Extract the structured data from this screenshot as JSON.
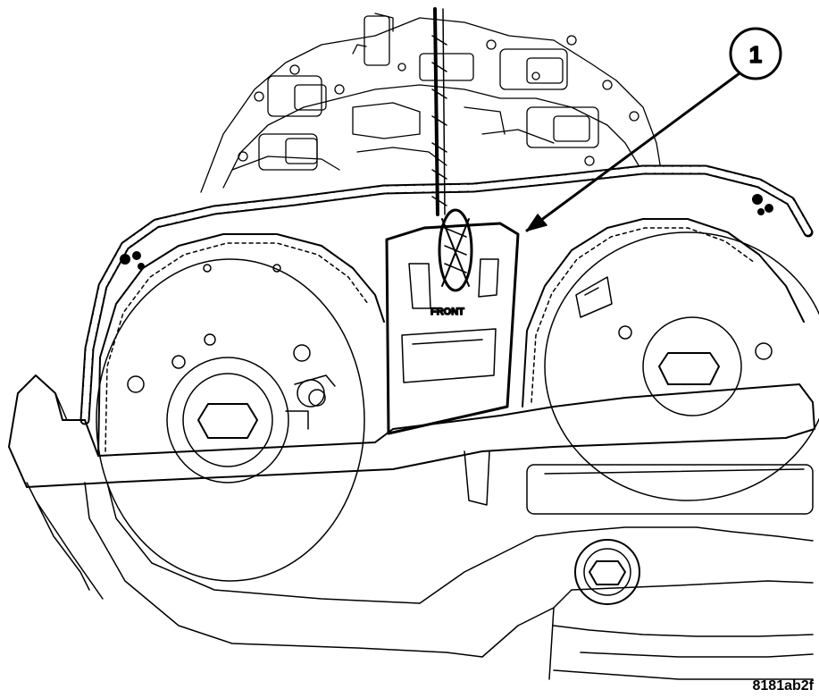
{
  "callout": {
    "number": "1"
  },
  "tool": {
    "label": "FRONT"
  },
  "figure": {
    "id": "8181ab2f"
  },
  "colors": {
    "ink": "#000000",
    "paper": "#ffffff"
  }
}
